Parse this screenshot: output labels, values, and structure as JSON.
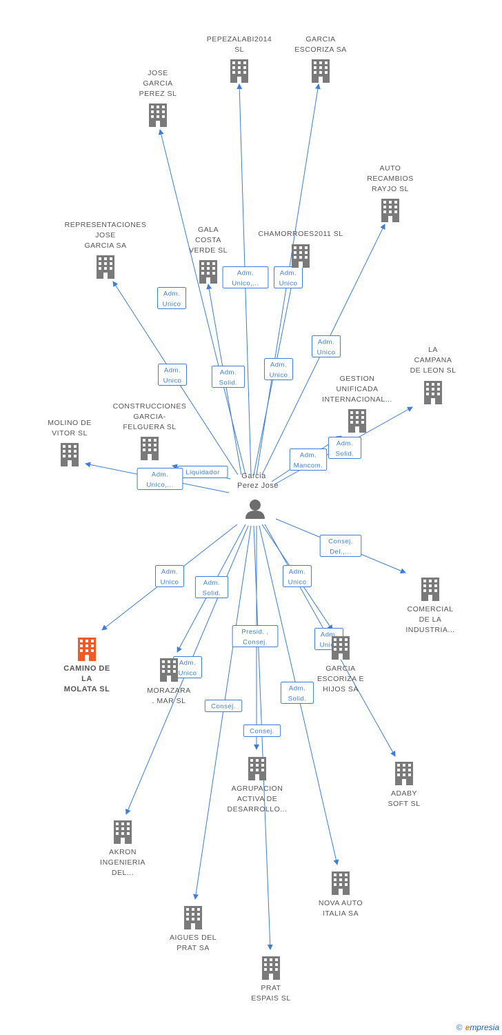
{
  "person": {
    "name_lines": [
      "Garcia",
      "Perez Jose"
    ],
    "icon": "person-icon"
  },
  "colors": {
    "edge": "#3b7dd8",
    "company": "#7a7a7a",
    "main_company": "#f05a28"
  },
  "companies": [
    {
      "id": "pepezalabi",
      "lines": [
        "PEPEZALABI2014",
        "SL"
      ],
      "main": false
    },
    {
      "id": "garcia-escoriza",
      "lines": [
        "GARCIA",
        "ESCORIZA SA"
      ],
      "main": false
    },
    {
      "id": "jose-garcia-perez",
      "lines": [
        "JOSE",
        "GARCIA",
        "PEREZ SL"
      ],
      "main": false
    },
    {
      "id": "auto-recambios",
      "lines": [
        "AUTO",
        "RECAMBIOS",
        "RAYJO  SL"
      ],
      "main": false
    },
    {
      "id": "representaciones",
      "lines": [
        "REPRESENTACIONES",
        "JOSE",
        "GARCIA SA"
      ],
      "main": false
    },
    {
      "id": "gala-costa",
      "lines": [
        "GALA",
        "COSTA",
        "VERDE SL"
      ],
      "main": false
    },
    {
      "id": "chamorroes",
      "lines": [
        "CHAMORROES2011 SL"
      ],
      "main": false
    },
    {
      "id": "la-campana",
      "lines": [
        "LA",
        "CAMPANA",
        "DE LEON SL"
      ],
      "main": false
    },
    {
      "id": "gestion-unificada",
      "lines": [
        "GESTION",
        "UNIFICADA",
        "INTERNACIONAL..."
      ],
      "main": false
    },
    {
      "id": "construcciones",
      "lines": [
        "CONSTRUCCIONES",
        "GARCIA-",
        "FELGUERA SL"
      ],
      "main": false
    },
    {
      "id": "molino",
      "lines": [
        "MOLINO DE",
        "VITOR SL"
      ],
      "main": false
    },
    {
      "id": "comercial",
      "lines": [
        "COMERCIAL",
        "DE LA",
        "INDUSTRIA..."
      ],
      "main": false
    },
    {
      "id": "camino",
      "lines": [
        "CAMINO DE",
        "LA",
        "MOLATA  SL"
      ],
      "main": true
    },
    {
      "id": "morazara",
      "lines": [
        "MORAZARA",
        ".  MAR SL"
      ],
      "main": false
    },
    {
      "id": "garcia-escoriza-hijos",
      "lines": [
        "GARCIA",
        "ESCORIZA E",
        "HIJOS SA"
      ],
      "main": false
    },
    {
      "id": "agrupacion",
      "lines": [
        "AGRUPACION",
        "ACTIVA DE",
        "DESARROLLO..."
      ],
      "main": false
    },
    {
      "id": "adaby",
      "lines": [
        "ADABY",
        "SOFT SL"
      ],
      "main": false
    },
    {
      "id": "akron",
      "lines": [
        "AKRON",
        "INGENIERIA",
        "DEL..."
      ],
      "main": false
    },
    {
      "id": "nova-auto",
      "lines": [
        "NOVA AUTO",
        "ITALIA SA"
      ],
      "main": false
    },
    {
      "id": "aigues",
      "lines": [
        "AIGUES DEL",
        "PRAT SA"
      ],
      "main": false
    },
    {
      "id": "prat-espais",
      "lines": [
        "PRAT",
        "ESPAIS SL"
      ],
      "main": false
    }
  ],
  "edge_labels": [
    {
      "id": "e-jose",
      "lines": [
        "Adm.",
        "Unico"
      ]
    },
    {
      "id": "e-pepezalabi",
      "lines": [
        "Adm.",
        "Unico,..."
      ]
    },
    {
      "id": "e-chamorroes",
      "lines": [
        "Adm.",
        "Unico"
      ]
    },
    {
      "id": "e-gala",
      "lines": [
        "Adm.",
        "Solid."
      ]
    },
    {
      "id": "e-garcia-escoriza",
      "lines": [
        "Adm.",
        "Unico"
      ]
    },
    {
      "id": "e-representaciones",
      "lines": [
        "Adm.",
        "Unico"
      ]
    },
    {
      "id": "e-auto-recambios",
      "lines": [
        "Adm.",
        "Unico"
      ]
    },
    {
      "id": "e-la-campana",
      "lines": [
        "Adm.",
        "Solid."
      ]
    },
    {
      "id": "e-gestion",
      "lines": [
        "Adm.",
        "Mancom."
      ]
    },
    {
      "id": "e-construcciones",
      "lines": [
        "Liquidador"
      ]
    },
    {
      "id": "e-molino",
      "lines": [
        "Adm.",
        "Unico,..."
      ]
    },
    {
      "id": "e-comercial",
      "lines": [
        "Consej.",
        "Del.,..."
      ]
    },
    {
      "id": "e-camino",
      "lines": [
        "Adm.",
        "Unico"
      ]
    },
    {
      "id": "e-akron",
      "lines": [
        "Adm.",
        "Solid."
      ]
    },
    {
      "id": "e-garcia-hijos",
      "lines": [
        "Adm.",
        "Unico"
      ]
    },
    {
      "id": "e-agrupacion",
      "lines": [
        "Presid. ,",
        "Consej."
      ]
    },
    {
      "id": "e-adaby",
      "lines": [
        "Adm.",
        "Unico"
      ]
    },
    {
      "id": "e-morazara",
      "lines": [
        "Adm.",
        "Unico"
      ]
    },
    {
      "id": "e-aigues",
      "lines": [
        "Consej."
      ]
    },
    {
      "id": "e-nova",
      "lines": [
        "Adm.",
        "Solid."
      ]
    },
    {
      "id": "e-prat",
      "lines": [
        "Consej."
      ]
    }
  ],
  "footer": {
    "copyright": "©",
    "brand_initial": "e",
    "brand_rest": "mpresia"
  }
}
